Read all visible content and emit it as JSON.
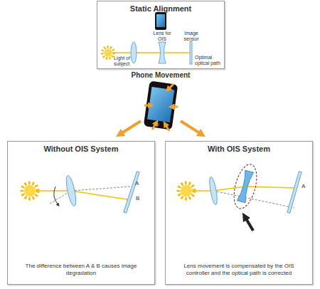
{
  "diagram": {
    "nodes": [
      {
        "text": [
          "Static Alignment"
        ]
      },
      {
        "text": [
          "Without OIS System",
          "The difference between A & B causes image degradation"
        ]
      },
      {
        "text": [
          "With OIS System",
          "Lens movement is compensated by the OIS controller and the optical path is corrected"
        ]
      }
    ],
    "labels": [
      "Lens for OIS",
      "Image sensor",
      "Light of subject",
      "Optimal optical path",
      "Phone Movement",
      "A",
      "B",
      "A"
    ]
  }
}
